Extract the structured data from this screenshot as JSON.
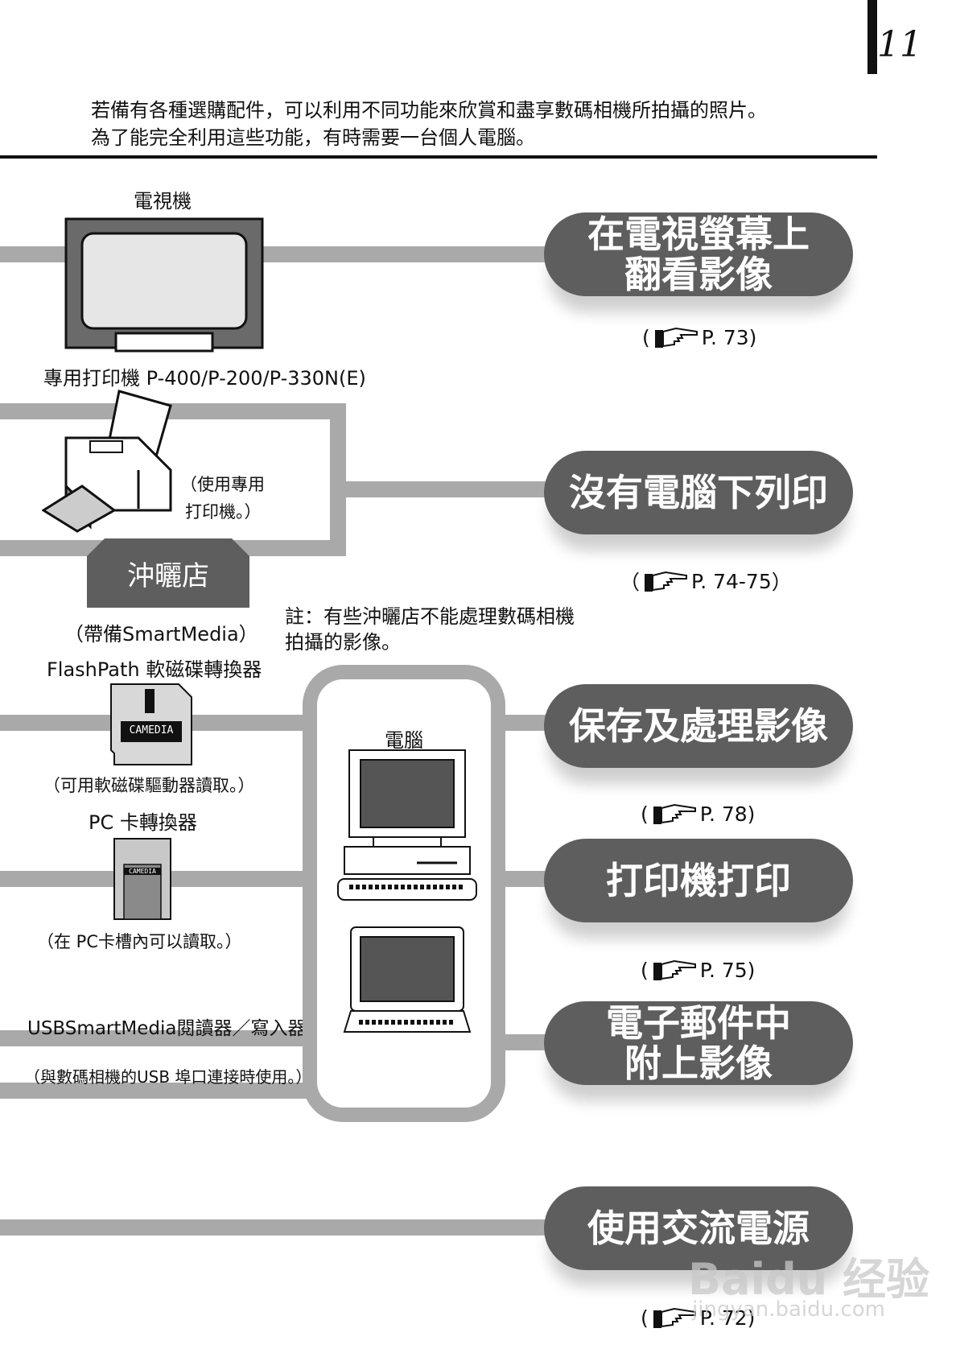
{
  "page": {
    "number": "11"
  },
  "intro": {
    "line1": "若備有各種選購配件，可以利用不同功能來欣賞和盡享數碼相機所拍攝的照片。",
    "line2": "為了能完全利用這些功能，有時需要一台個人電腦。"
  },
  "devices": {
    "tv": {
      "label": "電視機"
    },
    "printer": {
      "label": "專用打印機 P-400/P-200/P-330N(E)",
      "note_line1": "（使用專用",
      "note_line2": "打印機。）"
    },
    "photo_shop": {
      "label": "沖曬店",
      "note": "（帶備SmartMedia）"
    },
    "shop_note": {
      "line1": "註：有些沖曬店不能處理數碼相機",
      "line2": "拍攝的影像。"
    },
    "flashpath": {
      "label": "FlashPath 軟磁碟轉換器",
      "brand": "CAMEDIA",
      "note": "（可用軟磁碟驅動器讀取。）"
    },
    "pc_card": {
      "label": "PC 卡轉換器",
      "brand": "CAMEDIA",
      "note": "（在 PC卡槽內可以讀取。）"
    },
    "usb_reader": {
      "label": "USBSmartMedia閱讀器／寫入器",
      "note": "（與數碼相機的USB 埠口連接時使用。）"
    },
    "computer": {
      "label": "電腦"
    }
  },
  "actions": [
    {
      "title": "在電視螢幕上\n翻看影像",
      "ref_open": "(",
      "ref_page": "P. 73",
      "ref_close": ")"
    },
    {
      "title": "沒有電腦下列印",
      "ref_open": "（",
      "ref_page": "P. 74-75",
      "ref_close": "）"
    },
    {
      "title": "保存及處理影像",
      "ref_open": "(",
      "ref_page": "P. 78",
      "ref_close": ")"
    },
    {
      "title": "打印機打印",
      "ref_open": "(",
      "ref_page": "P. 75",
      "ref_close": ")"
    },
    {
      "title": "電子郵件中\n附上影像",
      "ref_open": "",
      "ref_page": "",
      "ref_close": ""
    },
    {
      "title": "使用交流電源",
      "ref_open": "(",
      "ref_page": "P. 72",
      "ref_close": ")"
    }
  ],
  "watermark": {
    "brand": "Baidu 经验",
    "url": "jingyan.baidu.com"
  },
  "colors": {
    "pill": "#5e5e5e",
    "connector": "#a9a9a9",
    "text": "#111111"
  }
}
